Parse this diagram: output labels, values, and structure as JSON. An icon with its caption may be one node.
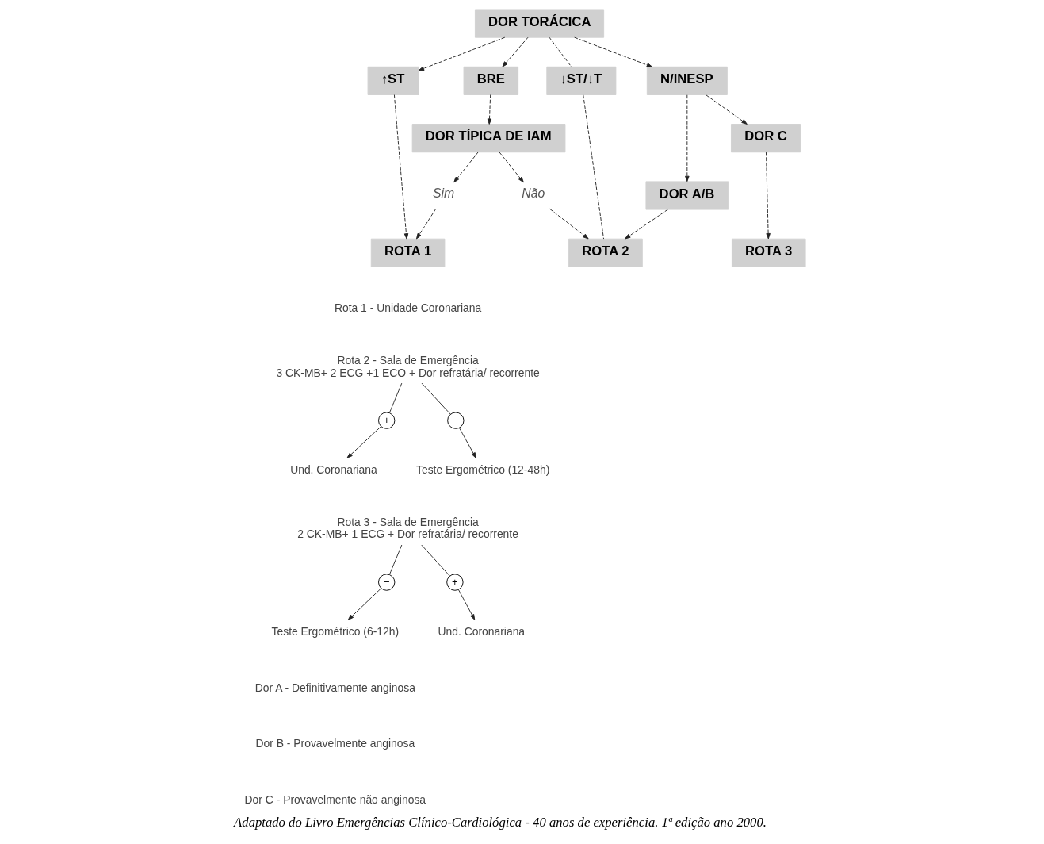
{
  "diagram": {
    "caption": "Adaptado do Livro Emergências Clínico-Cardiológica - 40 anos de experiência. 1ª edição ano 2000.",
    "nodes": [
      {
        "text": [
          "DOR TORÁCICA"
        ]
      },
      {
        "text": [
          "↑ST"
        ]
      },
      {
        "text": [
          "BRE"
        ]
      },
      {
        "text": [
          "↓ST/↓T"
        ]
      },
      {
        "text": [
          "N/INESP"
        ]
      },
      {
        "text": [
          "DOR TÍPICA DE IAM"
        ]
      },
      {
        "text": [
          "Sim"
        ]
      },
      {
        "text": [
          "Não"
        ]
      },
      {
        "text": [
          "DOR A/B"
        ]
      },
      {
        "text": [
          "DOR C"
        ]
      },
      {
        "text": [
          "ROTA 1"
        ]
      },
      {
        "text": [
          "ROTA 2"
        ]
      },
      {
        "text": [
          "ROTA 3"
        ]
      },
      {
        "text": [
          "Rota 2 - Sala de Emergência",
          "3 CK-MB+ 2 ECG +1 ECO + Dor refratária/ recorrente"
        ]
      },
      {
        "text": [
          "+"
        ]
      },
      {
        "text": [
          "−"
        ]
      },
      {
        "text": [
          "Und. Coronariana"
        ]
      },
      {
        "text": [
          "Teste Ergométrico (12-48h)"
        ]
      },
      {
        "text": [
          "Rota 3 - Sala de Emergência",
          "2 CK-MB+ 1 ECG + Dor refratária/ recorrente"
        ]
      },
      {
        "text": [
          "−"
        ]
      },
      {
        "text": [
          "+"
        ]
      },
      {
        "text": [
          "Teste Ergométrico (6-12h)"
        ]
      },
      {
        "text": [
          "Und. Coronariana"
        ]
      }
    ],
    "edges": [
      {
        "from": 0,
        "to": 1,
        "arrow": "to",
        "style": "dashed"
      },
      {
        "from": 0,
        "to": 2,
        "arrow": "to",
        "style": "dashed"
      },
      {
        "from": 0,
        "to": 3,
        "arrow": "none",
        "style": "dashed"
      },
      {
        "from": 0,
        "to": 4,
        "arrow": "to",
        "style": "dashed"
      },
      {
        "from": 1,
        "to": 10,
        "arrow": "to",
        "style": "dashed"
      },
      {
        "from": 2,
        "to": 5,
        "arrow": "to",
        "style": "dashed"
      },
      {
        "from": 3,
        "to": 11,
        "arrow": "none",
        "style": "dashed"
      },
      {
        "from": 4,
        "to": 8,
        "arrow": "to",
        "style": "dashed"
      },
      {
        "from": 4,
        "to": 9,
        "arrow": "to",
        "style": "dashed"
      },
      {
        "from": 5,
        "to": 6,
        "arrow": "to",
        "style": "dashed"
      },
      {
        "from": 5,
        "to": 7,
        "arrow": "to",
        "style": "dashed"
      },
      {
        "from": 6,
        "to": 10,
        "arrow": "to",
        "style": "dashed"
      },
      {
        "from": 7,
        "to": 11,
        "arrow": "to",
        "style": "dashed"
      },
      {
        "from": 8,
        "to": 11,
        "arrow": "to",
        "style": "dashed"
      },
      {
        "from": 9,
        "to": 12,
        "arrow": "to",
        "style": "dashed"
      },
      {
        "from": 13,
        "to": 14,
        "arrow": "none"
      },
      {
        "from": 13,
        "to": 15,
        "arrow": "none"
      },
      {
        "from": 14,
        "to": 16,
        "arrow": "to"
      },
      {
        "from": 15,
        "to": 17,
        "arrow": "to"
      },
      {
        "from": 18,
        "to": 19,
        "arrow": "none"
      },
      {
        "from": 18,
        "to": 20,
        "arrow": "none"
      },
      {
        "from": 19,
        "to": 21,
        "arrow": "to"
      },
      {
        "from": 20,
        "to": 22,
        "arrow": "to"
      }
    ],
    "labels": [
      "Rota 1 - Unidade Coronariana",
      "Dor A - Definitivamente anginosa",
      "Dor B - Provavelmente anginosa",
      "Dor C - Provavelmente não anginosa"
    ]
  }
}
